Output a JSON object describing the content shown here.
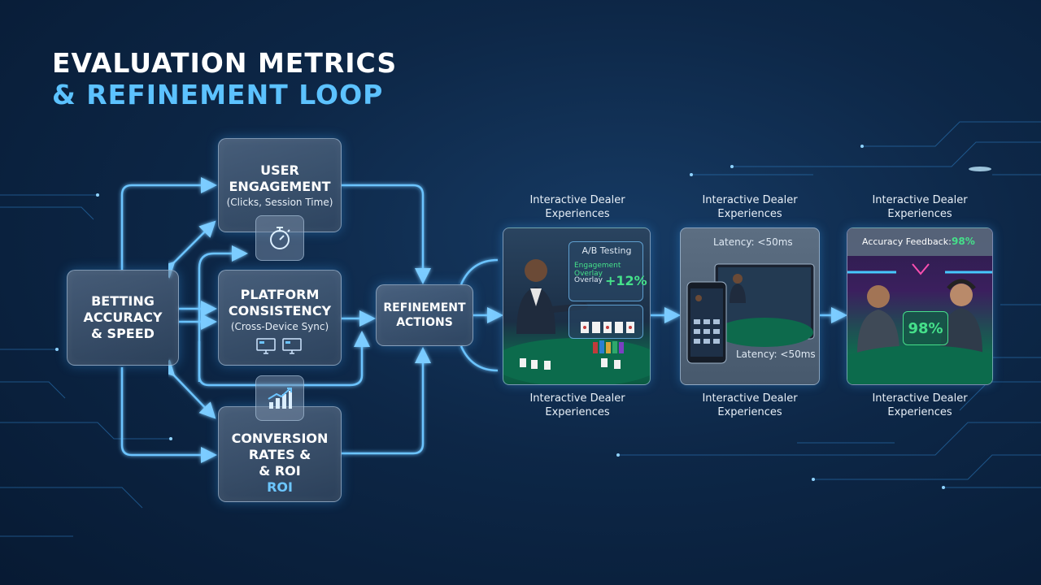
{
  "title": {
    "line1": "EVALUATION METRICS",
    "line2": "& REFINEMENT LOOP"
  },
  "nodes": {
    "betting": {
      "label": "BETTING ACCURACY & SPEED"
    },
    "engagement": {
      "label": "USER ENGAGEMENT",
      "sub": "(Clicks, Session Time)"
    },
    "platform": {
      "label": "PLATFORM CONSISTENCY",
      "sub": "(Cross-Device Sync)"
    },
    "conversion": {
      "label": "CONVERSION RATES &",
      "label2": "& ROI",
      "label3": "ROI"
    },
    "refinement": {
      "label": "REFINEMENT ACTIONS"
    }
  },
  "icons": {
    "timer": "stopwatch-icon",
    "devices": "monitors-icon",
    "growth": "bar-chart-growth-icon"
  },
  "panels": [
    {
      "caption_top": "Interactive Dealer Experiences",
      "caption_bottom": "Interactive Dealer Experiences",
      "overlay_title": "A/B Testing",
      "overlay_line1": "Engagement Overlay",
      "overlay_line2": "Overlay",
      "overlay_value": "+12%"
    },
    {
      "caption_top": "Interactive Dealer Experiences",
      "caption_bottom": "Interactive Dealer Experiences",
      "latency_top": "Latency: <50ms",
      "latency_bottom": "Latency: <50ms"
    },
    {
      "caption_top": "Interactive Dealer Experiences",
      "caption_bottom": "Interactive Dealer Experiences",
      "feedback_label": "Accuracy Feedback:",
      "feedback_value": "98%",
      "big_value": "98%"
    }
  ],
  "colors": {
    "accent": "#5cc2ff",
    "flow": "#6cc4ff",
    "positive": "#45e08a",
    "table_felt": "#0f6a4e"
  }
}
